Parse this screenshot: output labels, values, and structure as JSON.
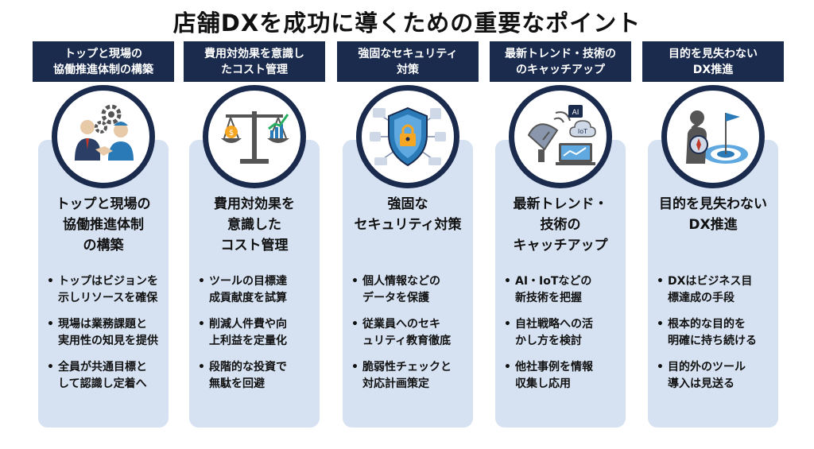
{
  "title": "店舗DXを成功に導くための重要なポイント",
  "columns": [
    {
      "header": "トップと現場の\n協働推進体制の構築",
      "icon": "handshake-icon",
      "card_title": "トップと現場の\n協働推進体制\nの構築",
      "bullets": [
        "トップはビジョンを\n示しリソースを確保",
        "現場は業務課題と\n実用性の知見を提供",
        "全員が共通目標と\nして認識し定着へ"
      ]
    },
    {
      "header": "費用対効果を意識し\nたコスト管理",
      "icon": "scale-icon",
      "card_title": "費用対効果を\n意識した\nコスト管理",
      "bullets": [
        "ツールの目標達\n成貢献度を試算",
        "削減人件費や向\n上利益を定量化",
        "段階的な投資で\n無駄を回避"
      ]
    },
    {
      "header": "強固なセキュリティ\n対策",
      "icon": "security-shield-icon",
      "card_title": "強固な\nセキュリティ対策",
      "bullets": [
        "個人情報などの\nデータを保護",
        "従業員へのセキ\nュリティ教育徹底",
        "脆弱性チェックと\n対応計画策定"
      ]
    },
    {
      "header": "最新トレンド・技術の\nのキャッチアップ",
      "icon": "satellite-ai-icon",
      "card_title": "最新トレンド・\n技術の\nキャッチアップ",
      "bullets": [
        "AI・IoTなどの\n新技術を把握",
        "自社戦略への活\nかし方を検討",
        "他社事例を情報\n収集し応用"
      ]
    },
    {
      "header": "目的を見失わない\nDX推進",
      "icon": "target-flag-icon",
      "card_title": "目的を見失わない\nDX推進",
      "bullets": [
        "DXはビジネス目\n標達成の手段",
        "根本的な目的を\n明確に持ち続ける",
        "目的外のツール\n導入は見送る"
      ]
    }
  ],
  "icon_labels": {
    "ai": "AI",
    "iot": "IoT"
  },
  "colors": {
    "navy": "#1a2b4e",
    "card": "#d6e2f2",
    "accent": "#f5a623"
  }
}
